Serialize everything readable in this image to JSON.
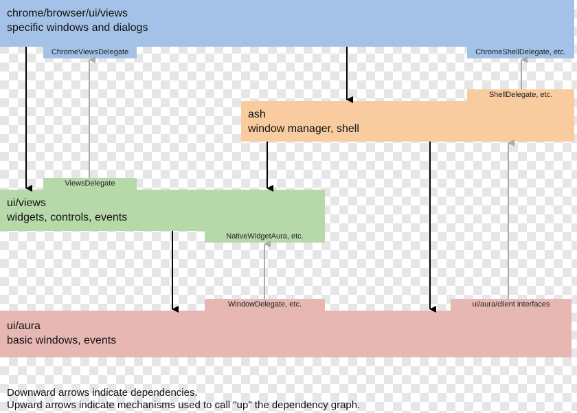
{
  "layers": {
    "chrome": {
      "title": "chrome/browser/ui/views",
      "subtitle": "specific windows and dialogs"
    },
    "ash": {
      "title": "ash",
      "subtitle": "window manager, shell"
    },
    "views": {
      "title": "ui/views",
      "subtitle": "widgets, controls, events"
    },
    "aura": {
      "title": "ui/aura",
      "subtitle": "basic windows, events"
    }
  },
  "delegates": {
    "chrome_views": "ChromeViewsDelegate",
    "chrome_shell": "ChromeShellDelegate, etc.",
    "shell": "ShellDelegate, etc.",
    "views": "ViewsDelegate",
    "native_widget": "NativeWidgetAura, etc.",
    "window": "WindowDelegate, etc.",
    "client": "ui/aura/client interfaces"
  },
  "notes": {
    "down": "Downward arrows indicate dependencies.",
    "up": "Upward arrows indicate mechanisms used to call \"up\" the dependency graph."
  },
  "colors": {
    "blue": "#a4c2e8",
    "orange": "#f8cc9f",
    "green": "#b7d8a8",
    "red": "#e6b7b3",
    "dependency_arrow": "#000000",
    "callback_arrow": "#aaaaaa"
  }
}
